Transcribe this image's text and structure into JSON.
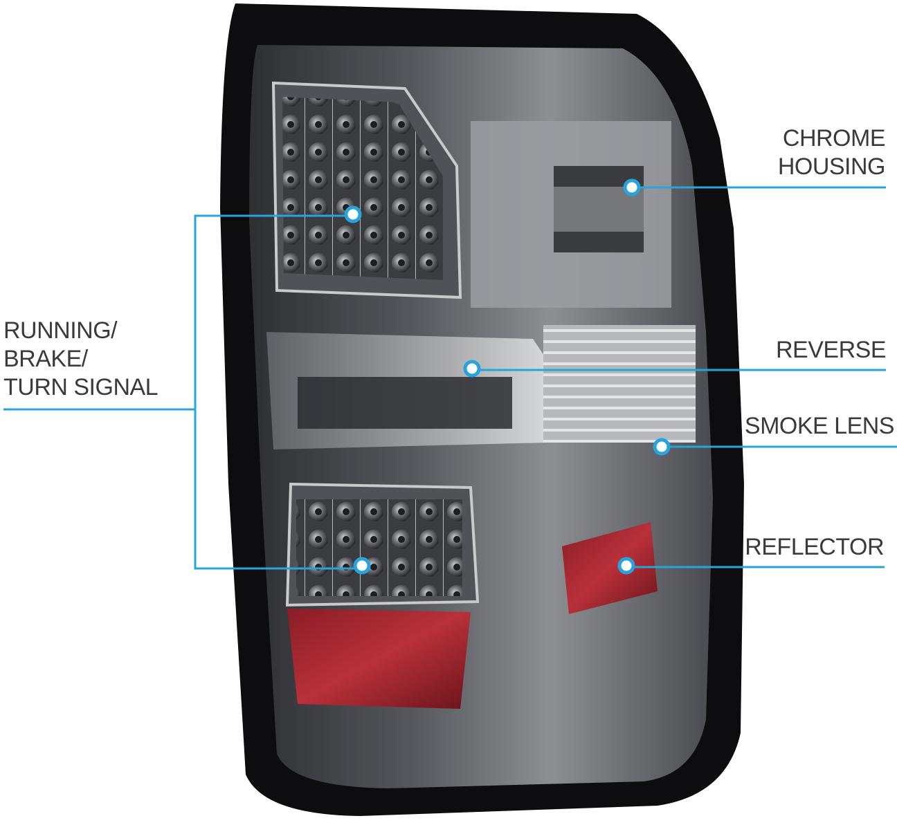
{
  "accent_color": "#29a3dc",
  "labels": {
    "running": [
      "RUNNING/",
      "BRAKE/",
      "TURN SIGNAL"
    ],
    "chrome": [
      "CHROME",
      "HOUSING"
    ],
    "reverse": "REVERSE",
    "smoke": "SMOKE LENS",
    "reflector": "REFLECTOR"
  }
}
